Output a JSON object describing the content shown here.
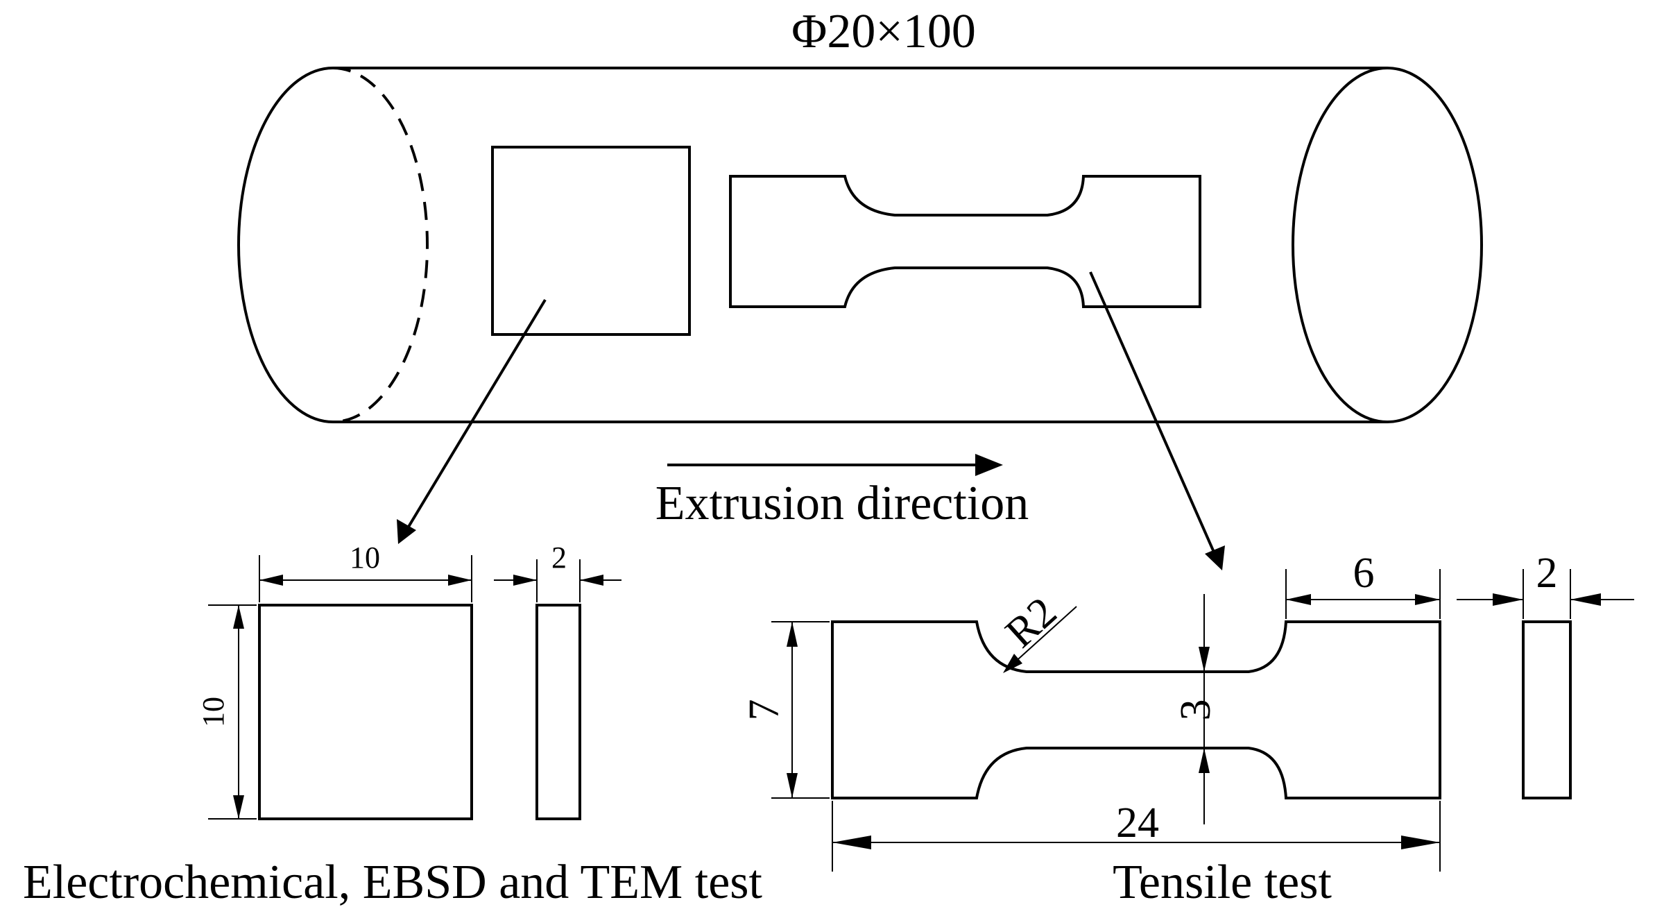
{
  "title": "Φ20×100",
  "direction_label": "Extrusion direction",
  "left_specimen": {
    "width": "10",
    "height": "10",
    "thickness": "2",
    "caption": "Electrochemical, EBSD and TEM test"
  },
  "right_specimen": {
    "radius": "R2",
    "grip_length": "6",
    "grip_width": "7",
    "gauge_width": "3",
    "total_length": "24",
    "thickness": "2",
    "caption": "Tensile test"
  }
}
